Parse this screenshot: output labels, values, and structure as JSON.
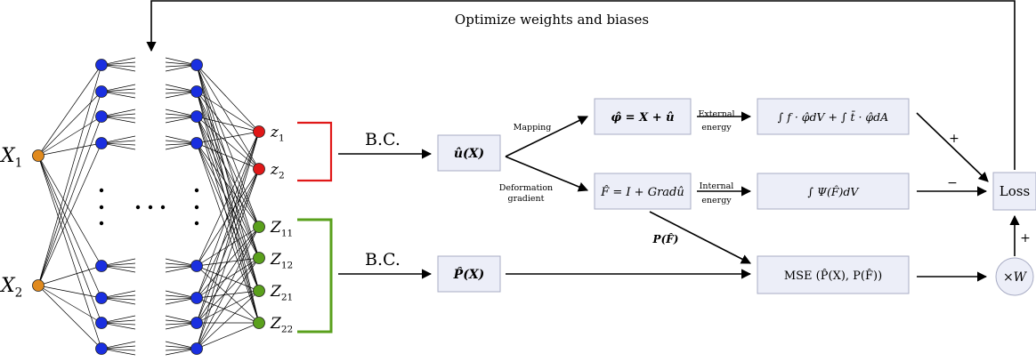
{
  "top_label": "Optimize weights and biases",
  "network": {
    "inputs": [
      "X",
      "X"
    ],
    "input_subs": [
      "1",
      "2"
    ],
    "output_z": [
      {
        "base": "z",
        "sub": "1"
      },
      {
        "base": "z",
        "sub": "2"
      }
    ],
    "output_Z": [
      {
        "base": "Z",
        "sub": "11"
      },
      {
        "base": "Z",
        "sub": "12"
      },
      {
        "base": "Z",
        "sub": "21"
      },
      {
        "base": "Z",
        "sub": "22"
      }
    ],
    "colors": {
      "input": "#e08a1e",
      "hidden": "#1a2fe0",
      "out_z": "#e01818",
      "out_Z": "#5aa01c",
      "bracket_red": "#e01818",
      "bracket_green": "#5aa01c"
    }
  },
  "bc_label_top": "B.C.",
  "bc_label_bottom": "B.C.",
  "boxes": {
    "u": "û(X)",
    "P": "P̂(X)",
    "phi": "φ̂ = X + û",
    "F": "F̂ = I + Gradû",
    "ext_energy": "∫ f · φ̂dV + ∫ t̄ · φ̂dA",
    "int_energy": "∫ Ψ(F̂)dV",
    "mse": "MSE (P̂(X), P(F̂))",
    "loss": "Loss",
    "weight": "×W"
  },
  "edge_labels": {
    "mapping": "Mapping",
    "deformation1": "Deformation",
    "deformation2": "gradient",
    "external1": "External",
    "external2": "energy",
    "internal1": "Internal",
    "internal2": "energy",
    "pf": "P(F̂)",
    "plus1": "+",
    "minus": "−",
    "plus2": "+"
  }
}
